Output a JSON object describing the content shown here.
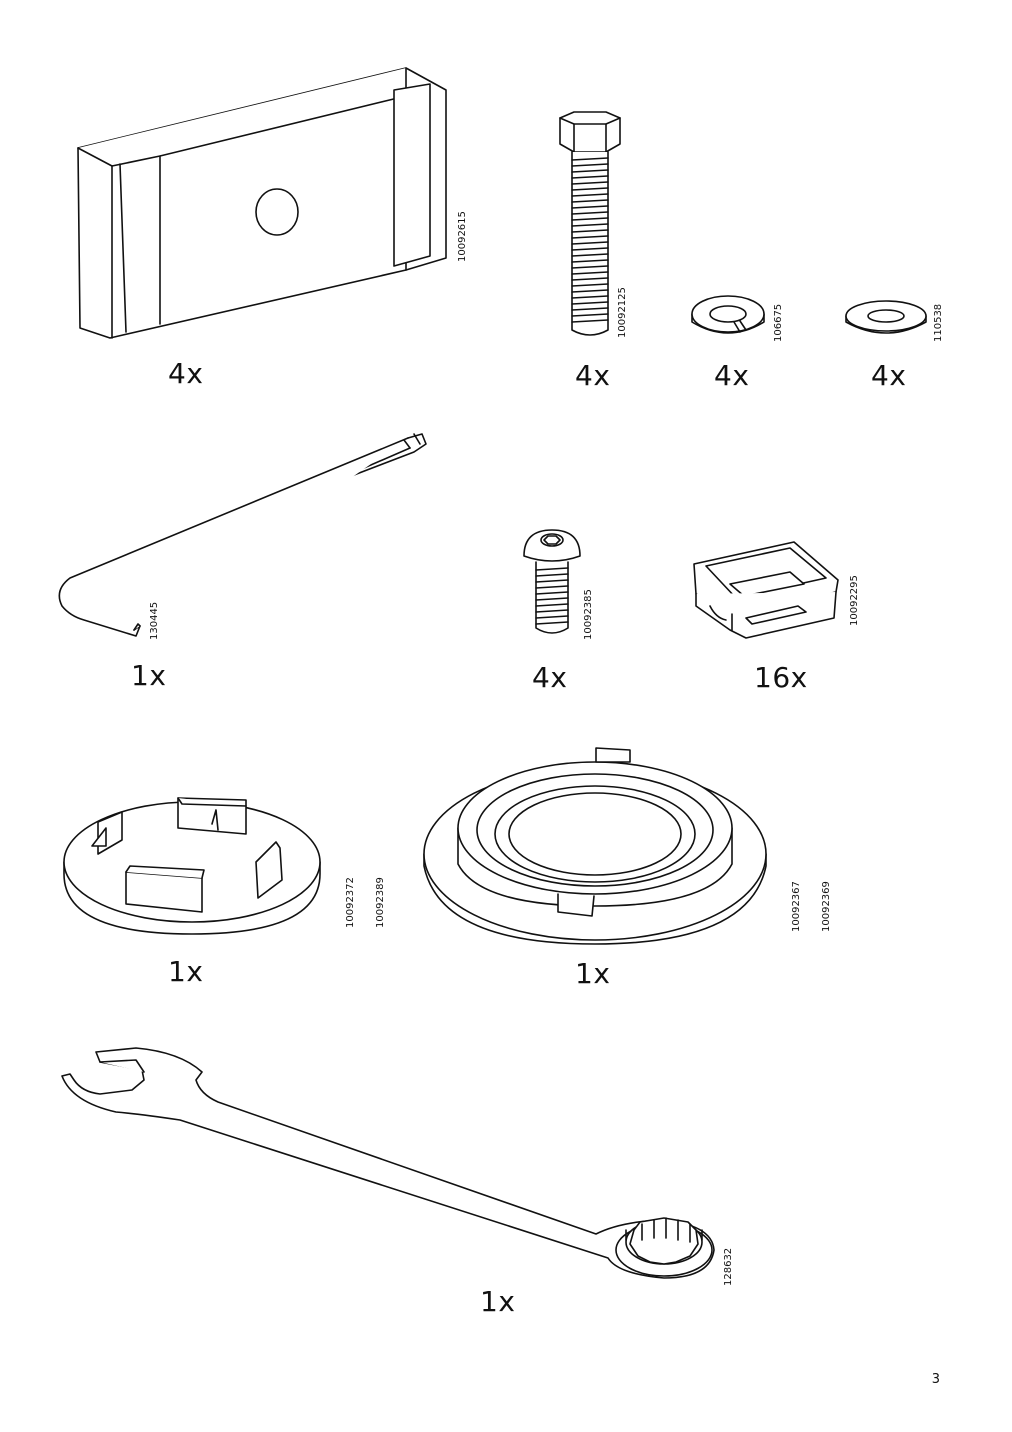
{
  "page": {
    "number": "3"
  },
  "parts": [
    {
      "id": "bracket",
      "qty": "4x",
      "codes": [
        "10092615"
      ],
      "icon": "bracket-icon"
    },
    {
      "id": "hex-bolt",
      "qty": "4x",
      "codes": [
        "10092125"
      ],
      "icon": "hex-bolt-icon"
    },
    {
      "id": "spring-washer",
      "qty": "4x",
      "codes": [
        "106675"
      ],
      "icon": "spring-washer-icon"
    },
    {
      "id": "flat-washer",
      "qty": "4x",
      "codes": [
        "110538"
      ],
      "icon": "flat-washer-icon"
    },
    {
      "id": "allen-key",
      "qty": "1x",
      "codes": [
        "130445"
      ],
      "icon": "allen-key-icon"
    },
    {
      "id": "button-screw",
      "qty": "4x",
      "codes": [
        "10092385"
      ],
      "icon": "button-screw-icon"
    },
    {
      "id": "clip",
      "qty": "16x",
      "codes": [
        "10092295"
      ],
      "icon": "clip-icon"
    },
    {
      "id": "cap",
      "qty": "1x",
      "codes": [
        "10092372",
        "10092389"
      ],
      "icon": "cap-icon"
    },
    {
      "id": "ring",
      "qty": "1x",
      "codes": [
        "10092367",
        "10092369"
      ],
      "icon": "ring-icon"
    },
    {
      "id": "wrench",
      "qty": "1x",
      "codes": [
        "128632"
      ],
      "icon": "wrench-icon"
    }
  ]
}
